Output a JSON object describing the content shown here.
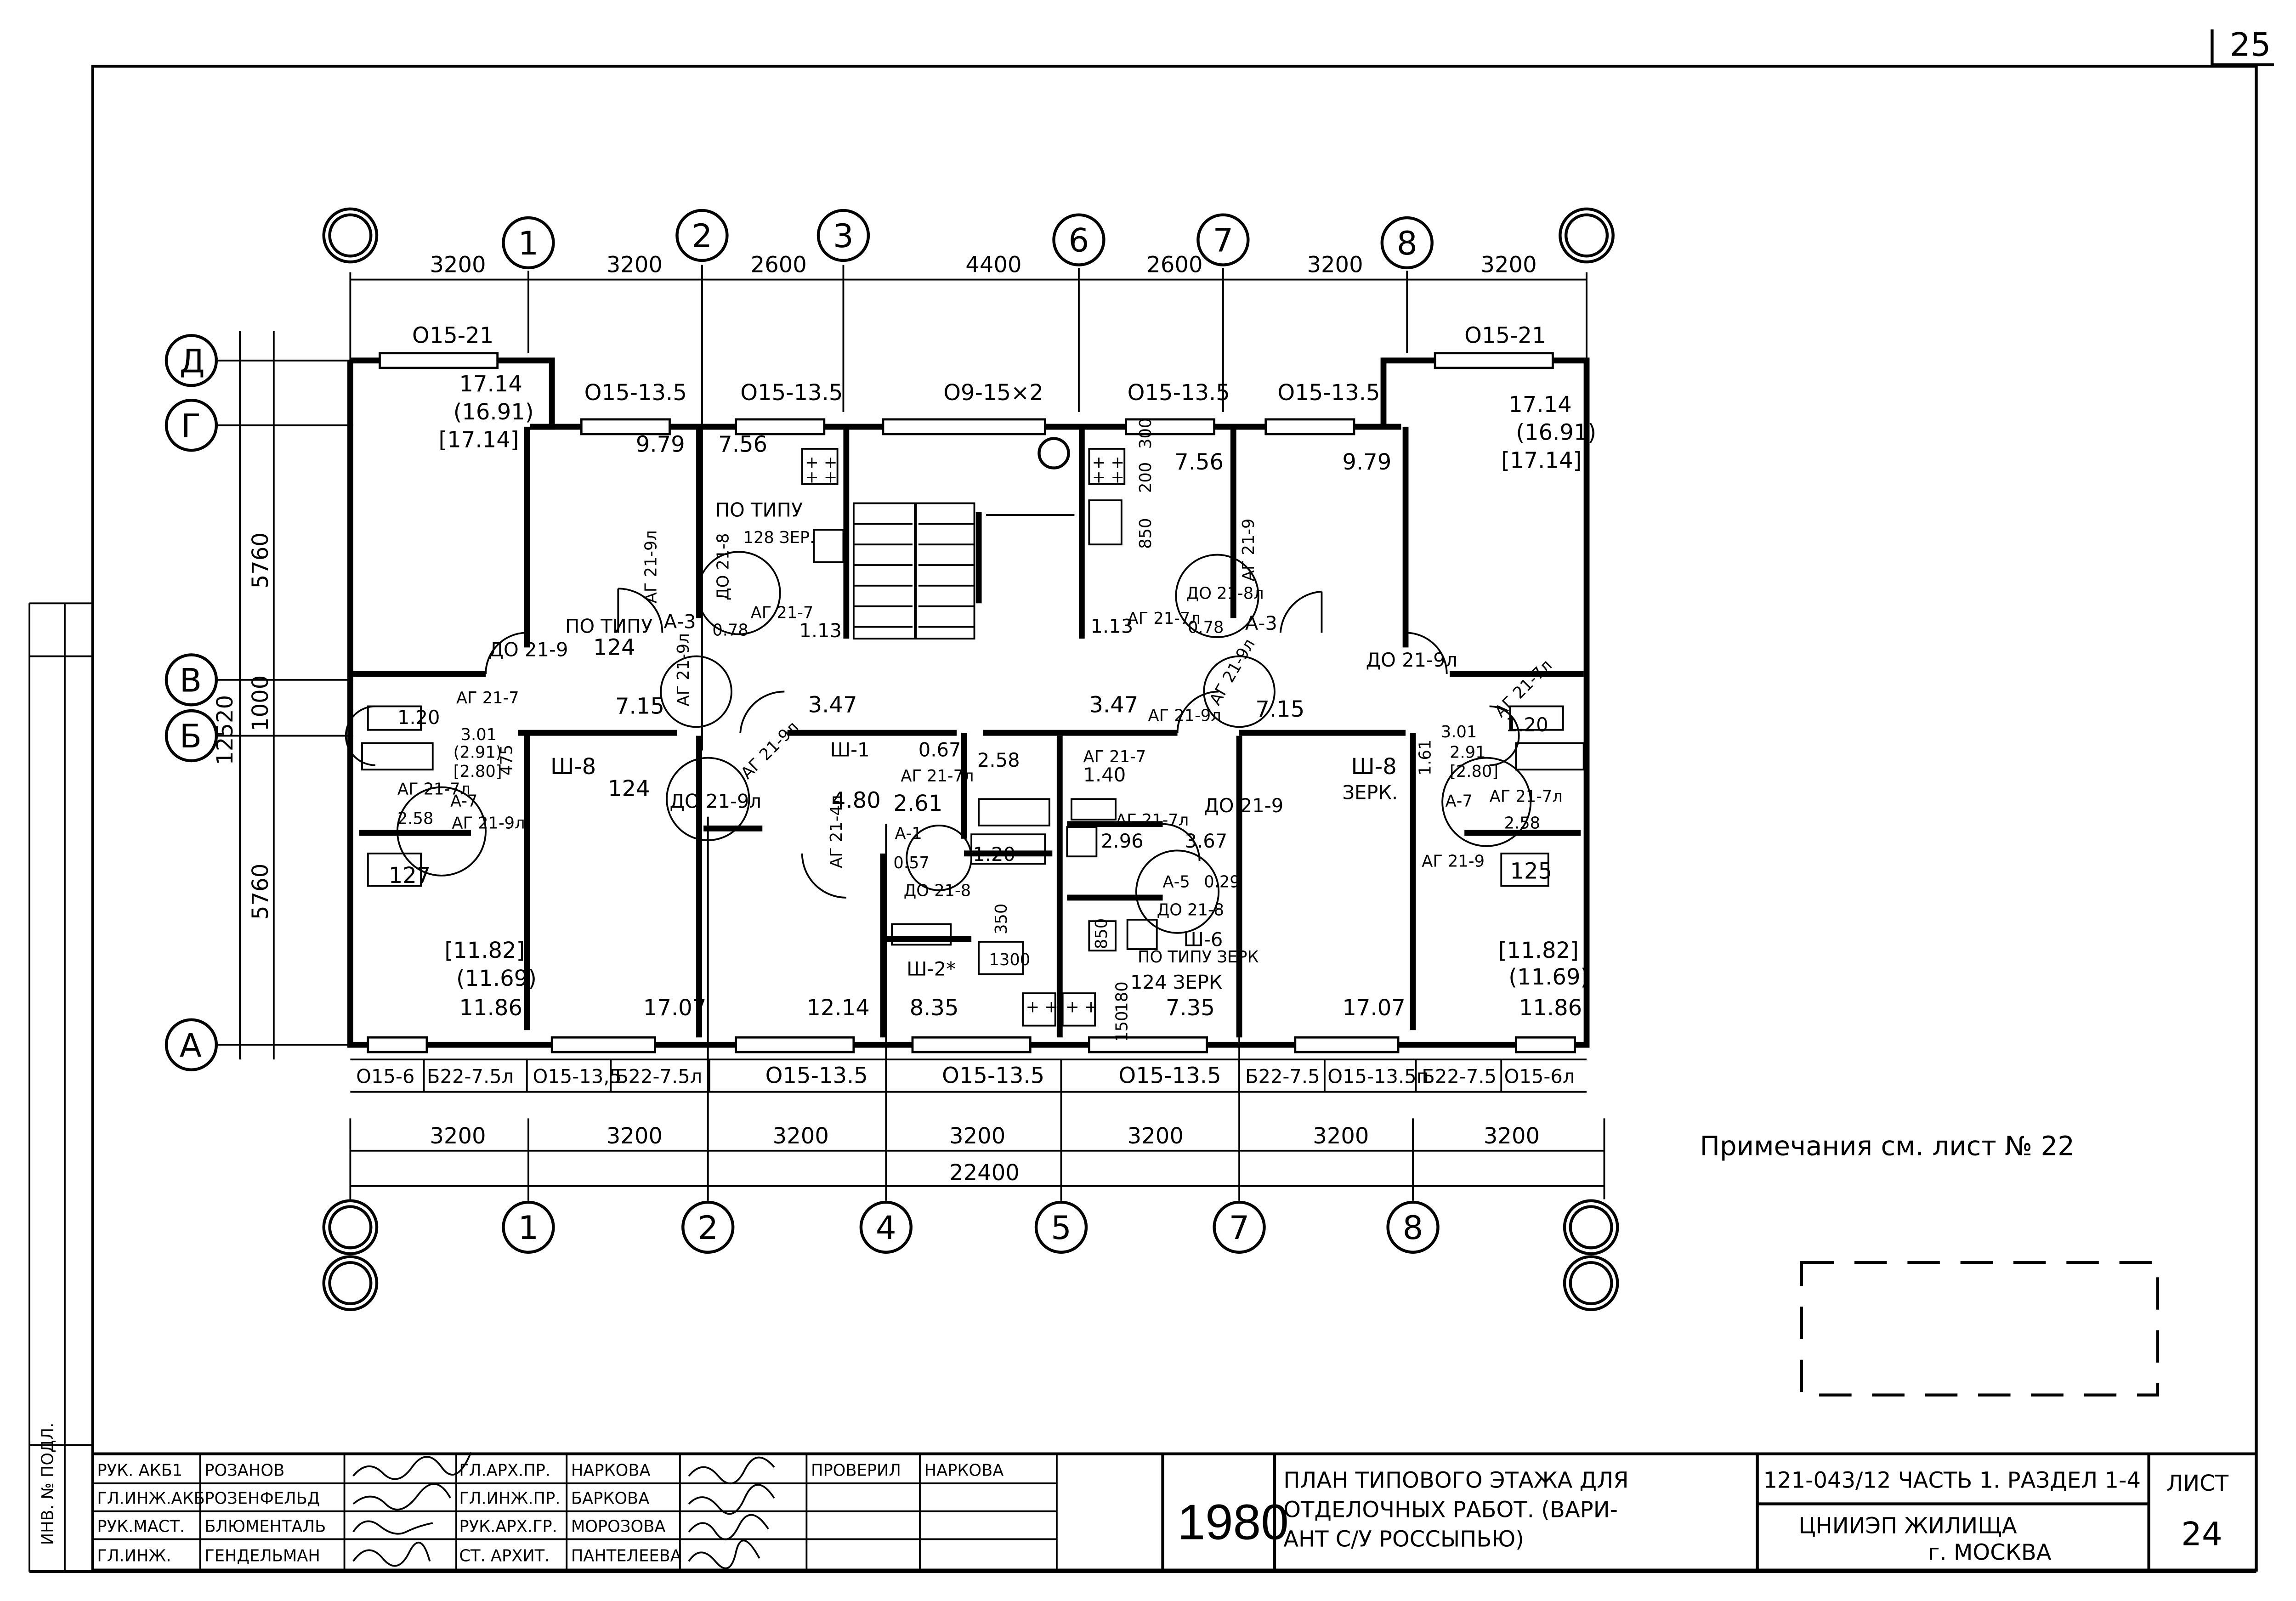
{
  "sheet": {
    "corner_sheet_no": "25",
    "note": "Примечания см. лист № 22"
  },
  "axes_top": [
    "1",
    "2",
    "3",
    "6",
    "7",
    "8"
  ],
  "axes_bottom": [
    "1",
    "2",
    "4",
    "5",
    "7",
    "8"
  ],
  "axes_left": [
    "Д",
    "Г",
    "В",
    "Б",
    "А"
  ],
  "dims_top": [
    "3200",
    "3200",
    "2600",
    "4400",
    "2600",
    "3200",
    "3200"
  ],
  "dims_bottom": [
    "3200",
    "3200",
    "3200",
    "3200",
    "3200",
    "3200",
    "3200"
  ],
  "dim_total_bottom": "22400",
  "dims_left": [
    "5760",
    "1000",
    "5760"
  ],
  "dim_total_left": "12520",
  "windows_top": [
    "О15-21",
    "О15-13.5",
    "О15-13.5",
    "О9-15×2",
    "О15-13.5",
    "О15-13.5",
    "О15-21"
  ],
  "windows_bottom": [
    "О15-6",
    "Б22-7.5л",
    "О15-13,5",
    "Б22-7.5л",
    "О15-13.5",
    "О15-13.5",
    "О15-13.5",
    "Б22-7.5",
    "О15-13.5п",
    "Б22-7.5",
    "О15-6л"
  ],
  "plan_labels": {
    "room_nw": [
      "17.14",
      "(16.91)",
      "[17.14]"
    ],
    "room_ne": [
      "17.14",
      "(16.91)",
      "[17.14]"
    ],
    "room_sw": [
      "[11.82]",
      "(11.69)",
      "11.86"
    ],
    "room_se": [
      "[11.82]",
      "(11.69)",
      "11.86"
    ],
    "area_979_l": "9.79",
    "area_979_r": "9.79",
    "area_756_l": "7.56",
    "area_756_r": "7.56",
    "area_715_l": "7.15",
    "area_715_r": "7.15",
    "area_347_l": "3.47",
    "area_347_r": "3.47",
    "area_1707_l": "17.07",
    "area_1707_r": "17.07",
    "area_1214": "12.14",
    "area_835": "8.35",
    "area_735": "7.35",
    "area_480": "4.80",
    "area_261": "2.61",
    "area_258_c": "2.58",
    "area_067": "0.67",
    "area_140": "1.40",
    "area_296": "2.96",
    "area_367": "3.67",
    "area_120_l": "1.20",
    "area_120_r": "1.20",
    "area_120_c": "1.20",
    "area_301_l": "3.01",
    "area_291_l": "(2.91)",
    "area_280_l": "[2.80]",
    "area_301_r": "3.01",
    "area_291_r": "2.91",
    "area_280_r": "[2.80]",
    "area_258_l": "2.58",
    "area_258_r": "2.58",
    "area_113_l": "1.13",
    "area_113_r": "1.13",
    "area_078_l": "0.78",
    "area_078_r": "0.78",
    "area_057": "0.57",
    "area_029": "0.29",
    "code_127": "127",
    "code_124_a": "124",
    "code_124_b": "124",
    "code_125": "125",
    "code_128": "128 ЗЕР.",
    "po_tipu_a": "ПО ТИПУ",
    "po_tipu_b": "ПО ТИПУ",
    "po_tipu_c": "ПО ТИПУ ЗЕРК",
    "code_124_zerk": "124 ЗЕРК",
    "sh8_l": "Ш-8",
    "sh8_r": "Ш-8",
    "zerk_r": "ЗЕРК.",
    "sh1": "Ш-1",
    "sh2": "Ш-2*",
    "sh6": "Ш-6",
    "a3_l": "А-3",
    "a3_r": "А-3",
    "a1": "А-1",
    "a5": "А-5",
    "a7_l": "А-7",
    "a7_r": "А-7",
    "dim_1300": "1300",
    "dim_850_a": "850",
    "dim_850_b": "850",
    "dim_200": "200",
    "dim_300": "300",
    "dim_350": "350",
    "dim_475": "475",
    "dim_161": "1.61",
    "dim_180": "180",
    "dim_150": "150",
    "door_do219_l": "ДО 21-9",
    "door_do219a_r": "ДО 21-9л",
    "door_do219_c": "ДО 21-9",
    "door_do219a_c": "ДО 21-9л",
    "door_do218_l": "ДО 21-8",
    "door_do218_r": "ДО 21-8л",
    "door_do218_c": "ДО 21-8",
    "door_do218_c2": "ДО 21-8",
    "door_ag217_l": "АГ 21-7",
    "door_ag217_r": "АГ 21-7л",
    "door_ag217_c": "АГ 21-7",
    "door_ag217l_c": "АГ 21-7л",
    "door_ag217l_c2": "АГ 21-7л",
    "door_ag219_l": "АГ 21-9л",
    "door_ag219_r": "АГ 21-9",
    "door_ag219l_c": "АГ 21-9л",
    "door_ag219l_c2": "АГ 21-9л",
    "door_ag219l_sw": "АГ 21-9л",
    "door_ag219_se": "АГ 21-9",
    "door_ag214l": "АГ 21-4л",
    "door_ag217_w": "АГ 21-7л",
    "door_ag217_e": "АГ 21-7л",
    "door_ag217_sw": "АГ 21-7",
    "door_ag217_se": "АГ 21-7л",
    "door_ag2191_l": "АГ 21-9л",
    "door_ag2191_r": "АГ 21-9л"
  },
  "title_block": {
    "staff": [
      {
        "role": "РУК. АКБ1",
        "name": "РОЗАНОВ"
      },
      {
        "role": "ГЛ.ИНЖ.АКБ",
        "name": "РОЗЕНФЕЛЬД"
      },
      {
        "role": "РУК.МАСТ.",
        "name": "БЛЮМЕНТАЛЬ"
      },
      {
        "role": "ГЛ.ИНЖ.",
        "name": "ГЕНДЕЛЬМАН"
      }
    ],
    "staff2": [
      {
        "role": "ГЛ.АРХ.ПР.",
        "name": "НАРКОВА"
      },
      {
        "role": "ГЛ.ИНЖ.ПР.",
        "name": "БАРКОВА"
      },
      {
        "role": "РУК.АРХ.ГР.",
        "name": "МОРОЗОВА"
      },
      {
        "role": "СТ. АРХИТ.",
        "name": "ПАНТЕЛЕЕВА"
      }
    ],
    "checked_role": "ПРОВЕРИЛ",
    "checked_name": "НАРКОВА",
    "year": "1980",
    "title_lines": [
      "ПЛАН ТИПОВОГО ЭТАЖА ДЛЯ",
      "ОТДЕЛОЧНЫХ РАБОТ. (ВАРИ-",
      "АНТ С/У РОССЫПЬЮ)"
    ],
    "series": "121-043/12 ЧАСТЬ 1. РАЗДЕЛ 1-4",
    "org_line1": "ЦНИИЭП ЖИЛИЩА",
    "org_line2": "г. МОСКВА",
    "sheet_label": "ЛИСТ",
    "sheet_no": "24"
  },
  "side_stamp": "ИНВ. № ПОДЛ."
}
